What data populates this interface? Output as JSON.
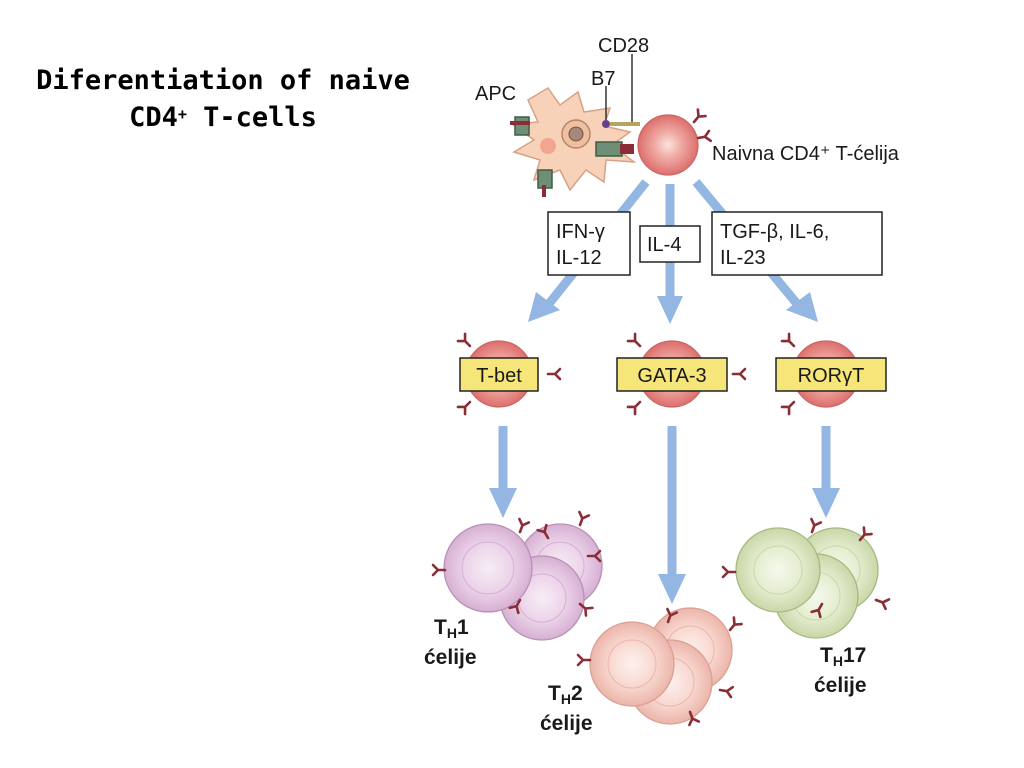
{
  "title": {
    "line1": "Diferentiation of naive",
    "line2_main": "CD4",
    "line2_sup": "+",
    "line2_rest": " T-cells"
  },
  "diagram": {
    "labels": {
      "cd28": "CD28",
      "b7": "B7",
      "apc": "APC",
      "naive_cell": "Naivna CD4⁺ T-ćelija"
    },
    "cytokines": {
      "th1": [
        "IFN-γ",
        "IL-12"
      ],
      "th2": [
        "IL-4"
      ],
      "th17": [
        "TGF-β, IL-6,",
        "IL-23"
      ]
    },
    "transcription_factors": {
      "th1": "T-bet",
      "th2": "GATA-3",
      "th17": "RORγT"
    },
    "effector_cells": {
      "th1": {
        "main": "T",
        "sub": "H",
        "num": "1",
        "word": "ćelije"
      },
      "th2": {
        "main": "T",
        "sub": "H",
        "num": "2",
        "word": "ćelije"
      },
      "th17": {
        "main": "T",
        "sub": "H",
        "num": "17",
        "word": "ćelije"
      }
    },
    "colors": {
      "arrow": "#93b6e3",
      "naive_cell": "#e27a78",
      "tf_box": "#f6e67a",
      "receptor": "#8b2d37",
      "th1_cell": "#e7c8e2",
      "th2_cell": "#f6cdc4",
      "th17_cell": "#dfe9c6",
      "apc": "#f7d2b8"
    }
  }
}
